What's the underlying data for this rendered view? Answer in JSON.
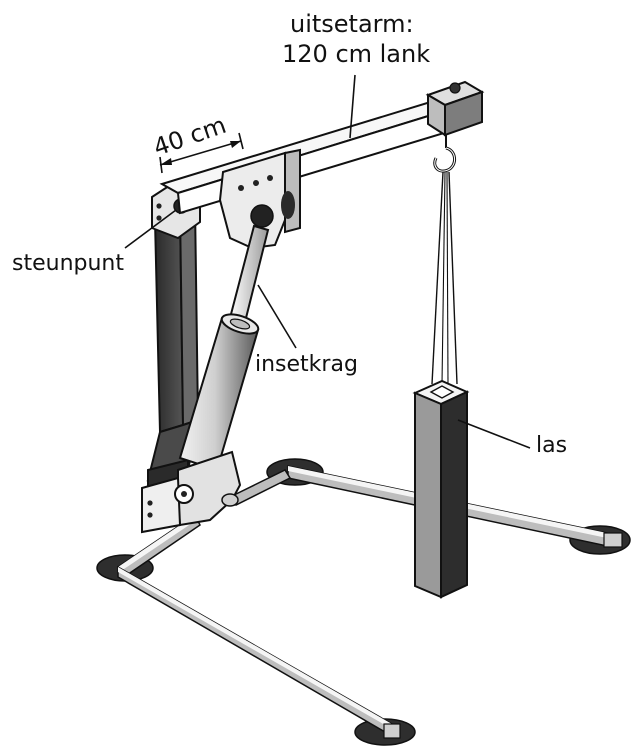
{
  "labels": {
    "boom_line1": "uitsetarm:",
    "boom_line2": "120 cm lank",
    "dimension": "40 cm",
    "pivot": "steunpunt",
    "force": "insetkrag",
    "load": "las"
  },
  "colors": {
    "outline": "#111111",
    "dark_fill": "#3a3a3a",
    "mid_fill": "#8f8f8f",
    "light_fill": "#e6e6e6",
    "background": "#ffffff"
  }
}
